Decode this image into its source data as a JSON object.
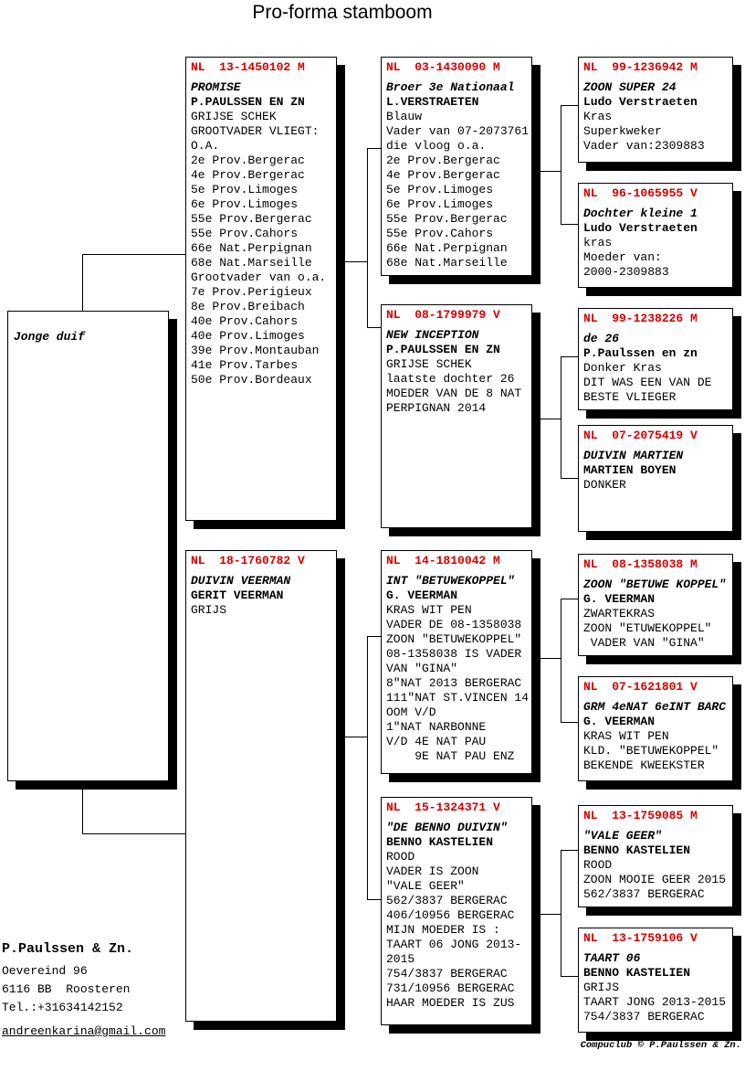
{
  "title": "Pro-forma stamboom",
  "colors": {
    "ring": "#d40000",
    "line": "#000000"
  },
  "subject": {
    "label": "Jonge duif"
  },
  "gen1": [
    {
      "ring": "NL  13-1450102 M",
      "name": "PROMISE",
      "owner": "P.PAULSSEN EN ZN",
      "lines": [
        "GRIJSE SCHEK",
        "GROOTVADER VLIEGT:",
        "O.A.",
        "2e Prov.Bergerac",
        "4e Prov.Bergerac",
        "5e Prov.Limoges",
        "6e Prov.Limoges",
        "55e Prov.Bergerac",
        "55e Prov.Cahors",
        "66e Nat.Perpignan",
        "68e Nat.Marseille",
        "Grootvader van o.a.",
        "7e Prov.Perigieux",
        "8e Prov.Breibach",
        "40e Prov.Cahors",
        "40e Prov.Limoges",
        "39e Prov.Montauban",
        "41e Prov.Tarbes",
        "50e Prov.Bordeaux"
      ]
    },
    {
      "ring": "NL  18-1760782 V",
      "name": "DUIVIN VEERMAN",
      "owner": "GERIT VEERMAN",
      "lines": [
        "GRIJS"
      ]
    }
  ],
  "gen2": [
    {
      "ring": "NL  03-1430090 M",
      "name": "Broer 3e Nationaal",
      "owner": "L.VERSTRAETEN",
      "lines": [
        "Blauw",
        "Vader van 07-2073761",
        "die vloog o.a.",
        "2e Prov.Bergerac",
        "4e Prov.Bergerac",
        "5e Prov.Limoges",
        "6e Prov.Limoges",
        "55e Prov.Bergerac",
        "55e Prov.Cahors",
        "66e Nat.Perpignan",
        "68e Nat.Marseille"
      ]
    },
    {
      "ring": "NL  08-1799979 V",
      "name": "NEW INCEPTION",
      "owner": "P.PAULSSEN EN ZN",
      "lines": [
        "GRIJSE SCHEK",
        "laatste dochter 26",
        "MOEDER VAN DE 8 NAT",
        "PERPIGNAN 2014"
      ]
    },
    {
      "ring": "NL  14-1810042 M",
      "name": "INT \"BETUWEKOPPEL\"",
      "owner": "G. VEERMAN",
      "lines": [
        "KRAS WIT PEN",
        "VADER DE 08-1358038",
        "ZOON \"BETUWEKOPPEL\"",
        "08-1358038 IS VADER",
        "VAN \"GINA\"",
        "8\"NAT 2013 BERGERAC",
        "111\"NAT ST.VINCEN 14",
        "OOM V/D",
        "1\"NAT NARBONNE",
        "V/D 4E NAT PAU",
        "    9E NAT PAU ENZ"
      ]
    },
    {
      "ring": "NL  15-1324371 V",
      "name": "\"DE BENNO DUIVIN\"",
      "owner": "BENNO KASTELIEN",
      "lines": [
        "ROOD",
        "VADER IS ZOON",
        "\"VALE GEER\"",
        "562/3837 BERGERAC",
        "406/10956 BERGERAC",
        "MIJN MOEDER IS :",
        "TAART 06 JONG 2013-",
        "2015",
        "754/3837 BERGERAC",
        "731/10956 BERGERAC",
        "HAAR MOEDER IS ZUS"
      ]
    }
  ],
  "gen3": [
    {
      "ring": "NL  99-1236942 M",
      "name": "ZOON SUPER 24",
      "owner": "Ludo Verstraeten",
      "lines": [
        "Kras",
        "Superkweker",
        "Vader van:2309883"
      ]
    },
    {
      "ring": "NL  96-1065955 V",
      "name": "Dochter kleine 1",
      "owner": "Ludo Verstraeten",
      "lines": [
        "kras",
        "Moeder van:",
        "2000-2309883"
      ]
    },
    {
      "ring": "NL  99-1238226 M",
      "name": "de 26",
      "owner": "P.Paulssen en zn",
      "lines": [
        "Donker Kras",
        "DIT WAS EEN VAN DE",
        "BESTE VLIEGER"
      ]
    },
    {
      "ring": "NL  07-2075419 V",
      "name": "DUIVIN MARTIEN",
      "owner": "MARTIEN BOYEN",
      "lines": [
        "DONKER"
      ]
    },
    {
      "ring": "NL  08-1358038 M",
      "name": "ZOON \"BETUWE KOPPEL\"",
      "owner": "G. VEERMAN",
      "lines": [
        "ZWARTEKRAS",
        "ZOON \"ETUWEKOPPEL\"",
        " VADER VAN \"GINA\""
      ]
    },
    {
      "ring": "NL  07-1621801 V",
      "name": "GRM 4eNAT 6eINT BARC",
      "owner": "G. VEERMAN",
      "lines": [
        "KRAS WIT PEN",
        "KLD. \"BETUWEKOPPEL\"",
        "BEKENDE KWEEKSTER"
      ]
    },
    {
      "ring": "NL  13-1759085 M",
      "name": "\"VALE GEER\"",
      "owner": "BENNO KASTELIEN",
      "lines": [
        "ROOD",
        "ZOON MOOIE GEER 2015",
        "562/3837 BERGERAC"
      ]
    },
    {
      "ring": "NL  13-1759106 V",
      "name": "TAART 06",
      "owner": "BENNO KASTELIEN",
      "lines": [
        "GRIJS",
        "TAART JONG 2013-2015",
        "754/3837 BERGERAC"
      ]
    }
  ],
  "footer": {
    "owner_name": "P.Paulssen & Zn.",
    "address_line1": "Oevereind 96",
    "address_line2": "6116 BB  Roosteren",
    "phone": "Tel.:+31634142152",
    "email": "andreenkarina@gmail.com",
    "credit": "Compuclub © P.Paulssen & Zn."
  }
}
